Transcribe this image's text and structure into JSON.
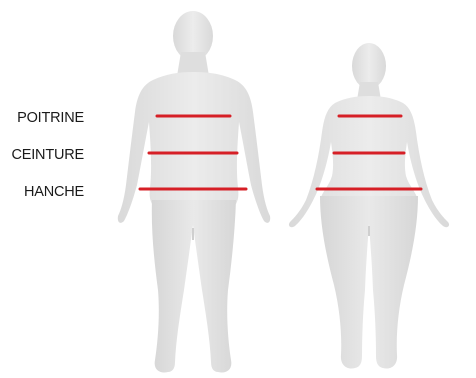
{
  "labels": {
    "chest": "POITRINE",
    "waist": "CEINTURE",
    "hip": "HANCHE"
  },
  "colors": {
    "measure_line": "#d61f26",
    "body_fill": "#e6e6e6",
    "body_shade": "#d3d3d3",
    "label_text": "#1a1a1a"
  },
  "figures": [
    "male-silhouette",
    "female-silhouette"
  ]
}
